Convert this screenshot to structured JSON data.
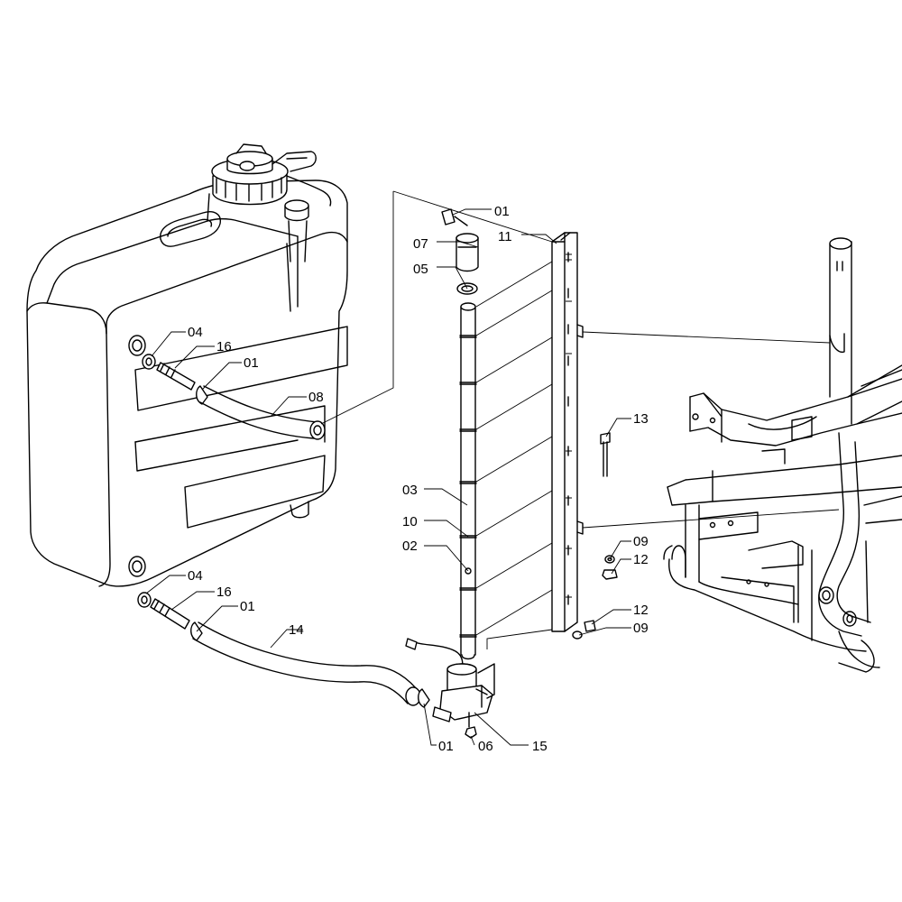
{
  "callouts": [
    {
      "id": "c-01-top",
      "text": "01"
    },
    {
      "id": "c-07",
      "text": "07"
    },
    {
      "id": "c-11",
      "text": "11"
    },
    {
      "id": "c-05",
      "text": "05"
    },
    {
      "id": "c-04-top",
      "text": "04"
    },
    {
      "id": "c-16-top",
      "text": "16"
    },
    {
      "id": "c-01-mid",
      "text": "01"
    },
    {
      "id": "c-08",
      "text": "08"
    },
    {
      "id": "c-13",
      "text": "13"
    },
    {
      "id": "c-03",
      "text": "03"
    },
    {
      "id": "c-10",
      "text": "10"
    },
    {
      "id": "c-02",
      "text": "02"
    },
    {
      "id": "c-09-top",
      "text": "09"
    },
    {
      "id": "c-12-top",
      "text": "12"
    },
    {
      "id": "c-04-bot",
      "text": "04"
    },
    {
      "id": "c-16-bot",
      "text": "16"
    },
    {
      "id": "c-01-low",
      "text": "01"
    },
    {
      "id": "c-14",
      "text": "14"
    },
    {
      "id": "c-12-bot",
      "text": "12"
    },
    {
      "id": "c-09-bot",
      "text": "09"
    },
    {
      "id": "c-01-bot",
      "text": "01"
    },
    {
      "id": "c-06",
      "text": "06"
    },
    {
      "id": "c-15",
      "text": "15"
    }
  ]
}
